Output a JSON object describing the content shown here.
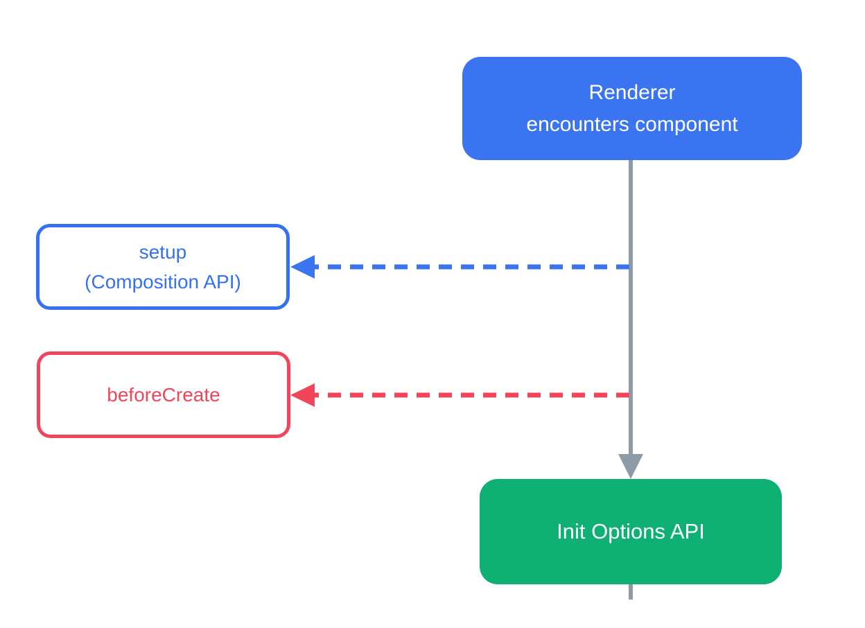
{
  "diagram": {
    "nodes": {
      "renderer": {
        "label": "Renderer\nencounters component"
      },
      "setup": {
        "label": "setup\n(Composition API)"
      },
      "before_create": {
        "label": "beforeCreate"
      },
      "init_options": {
        "label": "Init Options API"
      }
    },
    "connectors": {
      "main_flow": "vertical line from Renderer node down into Init Options API node",
      "setup_hook": "dashed arrow from main flow line to setup node",
      "before_create_hook": "dashed arrow from main flow line to beforeCreate node"
    },
    "colors": {
      "node_blue": "#3B74F0",
      "outline_blue": "#3570F1",
      "outline_red": "#F0455A",
      "node_green": "#0EB173",
      "flow_gray": "#8D9BA7",
      "node_text_light": "#FFFFFF",
      "background": "#FFFFFF"
    }
  }
}
